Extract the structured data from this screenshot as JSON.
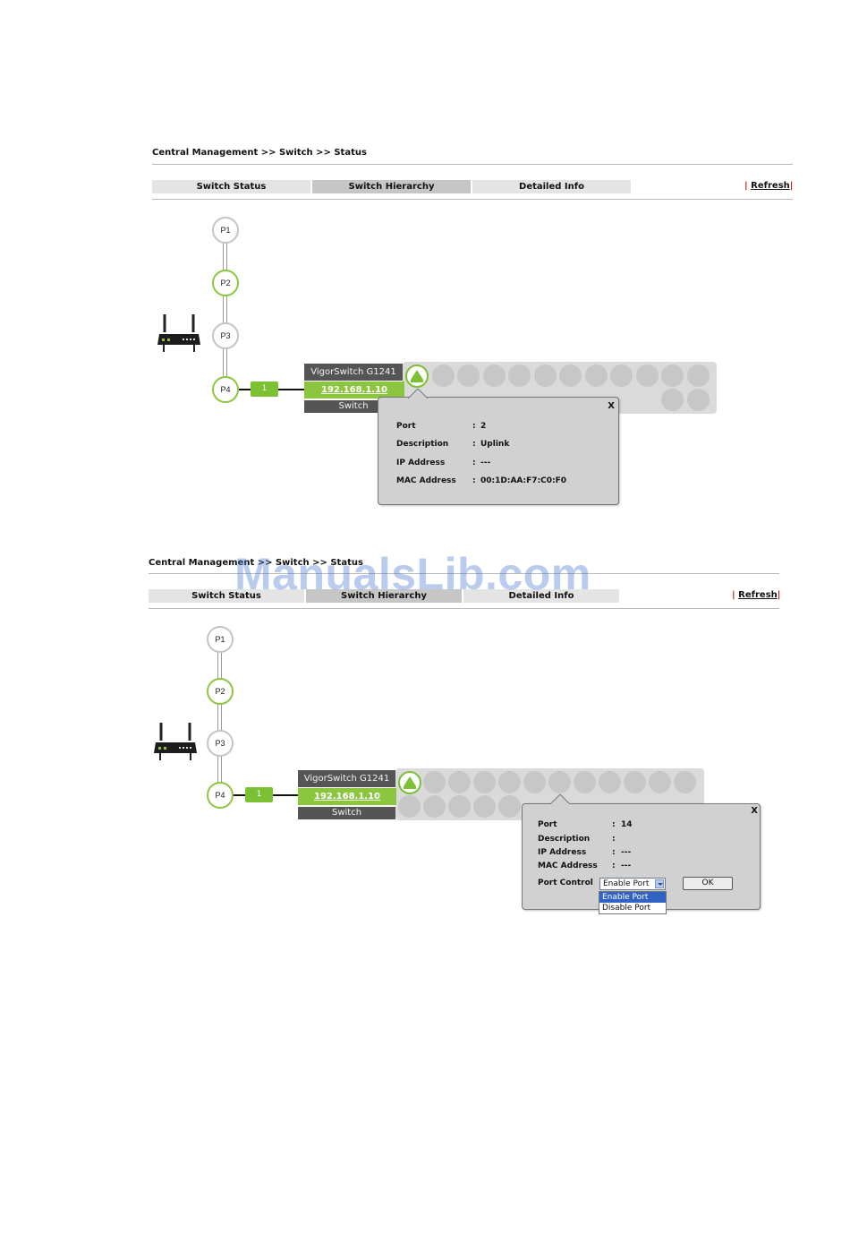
{
  "screen1": {
    "breadcrumb": "Central Management >> Switch >> Status",
    "tabs": [
      "Switch Status",
      "Switch Hierarchy",
      "Detailed Info"
    ],
    "active_tab": "Switch Hierarchy",
    "refresh": {
      "bar_left": "|",
      "label": "Refresh",
      "bar_right": "|"
    },
    "ports": [
      "P1",
      "P2",
      "P3",
      "P4"
    ],
    "active_ports": [
      "P2",
      "P4"
    ],
    "link_number": "1",
    "switch": {
      "name": "VigorSwitch G1241",
      "ip": "192.168.1.10",
      "type": "Switch"
    },
    "popup": {
      "close": "X",
      "rows": [
        {
          "label": "Port",
          "colon": ":",
          "value": "2"
        },
        {
          "label": "Description",
          "colon": ":",
          "value": "Uplink"
        },
        {
          "label": "IP Address",
          "colon": ":",
          "value": "---"
        },
        {
          "label": "MAC Address",
          "colon": ":",
          "value": "00:1D:AA:F7:C0:F0"
        }
      ]
    }
  },
  "screen2": {
    "breadcrumb": "Central Management >> Switch >> Status",
    "tabs": [
      "Switch Status",
      "Switch Hierarchy",
      "Detailed Info"
    ],
    "active_tab": "Switch Hierarchy",
    "refresh": {
      "bar_left": "|",
      "label": "Refresh",
      "bar_right": "|"
    },
    "ports": [
      "P1",
      "P2",
      "P3",
      "P4"
    ],
    "active_ports": [
      "P2",
      "P4"
    ],
    "link_number": "1",
    "switch": {
      "name": "VigorSwitch G1241",
      "ip": "192.168.1.10",
      "type": "Switch"
    },
    "popup": {
      "close": "X",
      "rows": [
        {
          "label": "Port",
          "colon": ":",
          "value": "14"
        },
        {
          "label": "Description",
          "colon": ":",
          "value": ""
        },
        {
          "label": "IP Address",
          "colon": ":",
          "value": "---"
        },
        {
          "label": "MAC Address",
          "colon": ":",
          "value": "---"
        }
      ],
      "port_control": {
        "label": "Port Control",
        "selected": "Enable Port",
        "options": [
          "Enable Port",
          "Disable Port"
        ],
        "ok": "OK"
      }
    }
  },
  "watermark": "ManualsLib.com",
  "colors": {
    "accent_green": "#8cc63f",
    "dark_label": "#555555",
    "link_red": "#c21b1b",
    "panel_gray": "#dadada"
  },
  "icons": [
    "router-icon",
    "uplink-arrow-icon",
    "dropdown-arrow-icon"
  ]
}
